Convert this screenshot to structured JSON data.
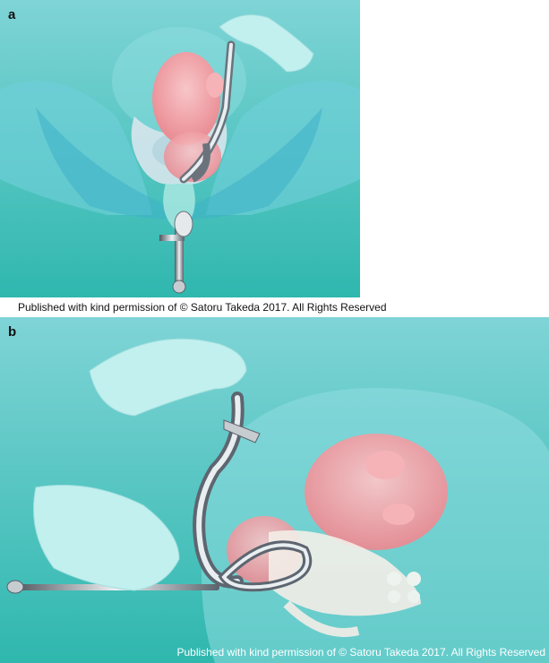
{
  "panel_a": {
    "letter": "a",
    "credit": "Published with kind permission of © Satoru Takeda 2017. All Rights Reserved"
  },
  "panel_b": {
    "letter": "b",
    "credit": "Published with kind permission of © Satoru Takeda 2017. All Rights Reserved"
  },
  "colors": {
    "background_teal": "#4ec6c9",
    "skin_translucent": "#bfeeee",
    "fetus_pink": "#f2a3a8",
    "bone_white": "#f3eee8",
    "steel_light": "#e6e9ec",
    "steel_dark": "#5d6670"
  }
}
